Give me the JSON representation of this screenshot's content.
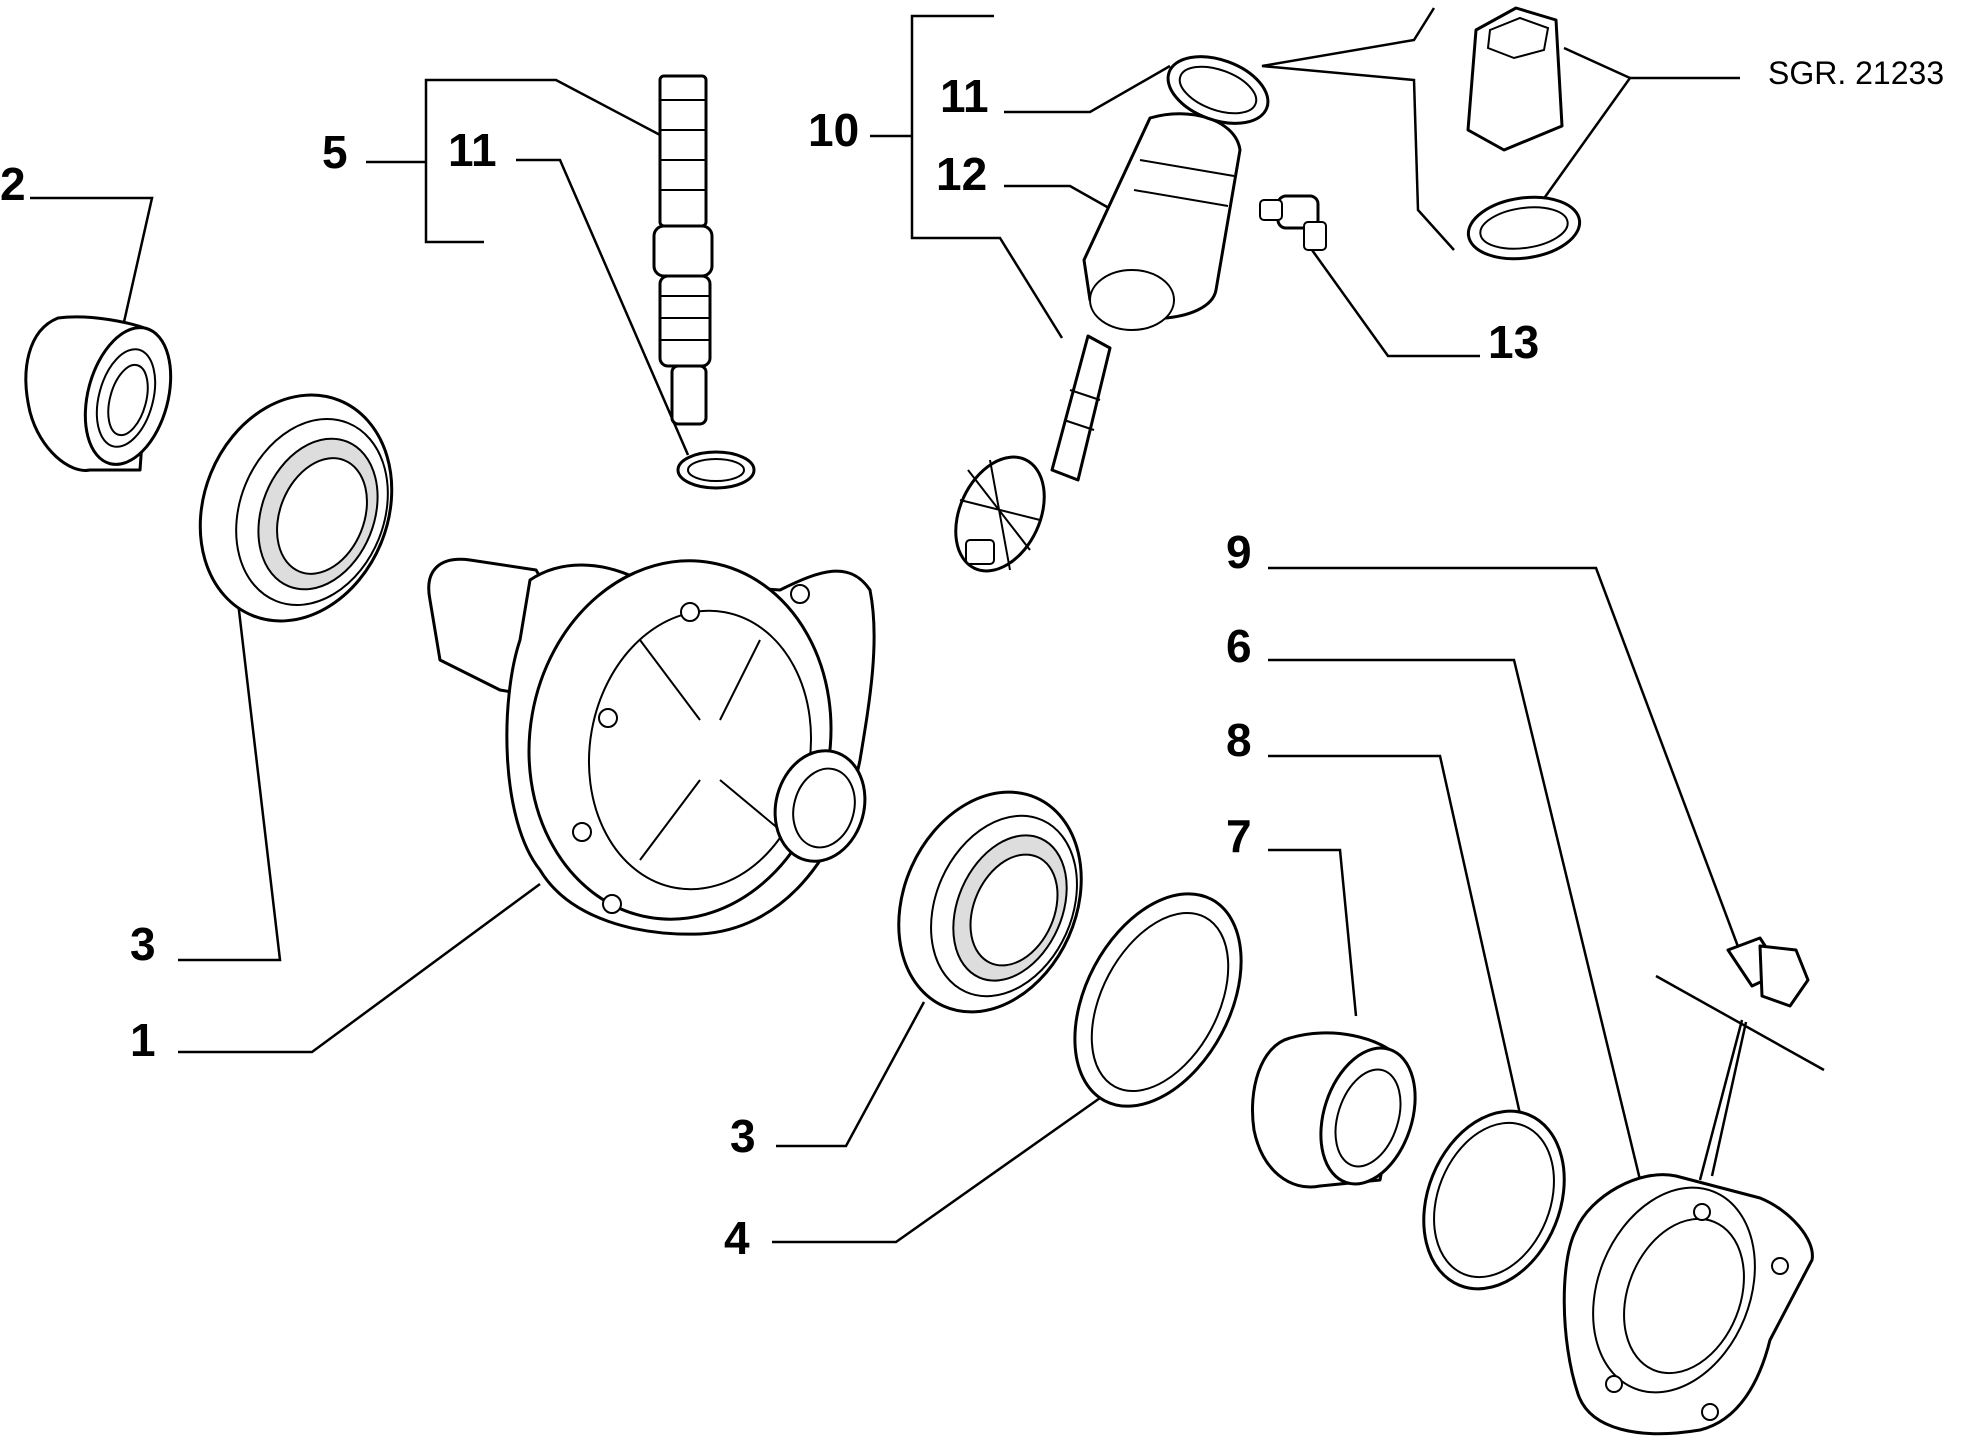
{
  "diagram": {
    "reference_code": "SGR. 21233",
    "callouts": {
      "c1": "1",
      "c2": "2",
      "c3a": "3",
      "c3b": "3",
      "c4": "4",
      "c5": "5",
      "c6": "6",
      "c7": "7",
      "c8": "8",
      "c9": "9",
      "c10": "10",
      "c11a": "11",
      "c11b": "11",
      "c12": "12",
      "c13": "13"
    }
  }
}
